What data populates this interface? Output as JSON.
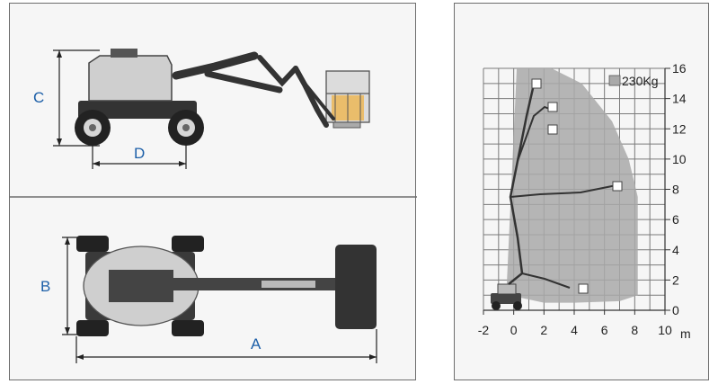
{
  "side_view": {
    "labels": {
      "height": "C",
      "wheelbase": "D"
    }
  },
  "top_view": {
    "labels": {
      "width": "B",
      "length": "A"
    }
  },
  "reach_chart": {
    "legend": "230Kg",
    "x_unit": "m",
    "x_ticks": [
      "-2",
      "0",
      "2",
      "4",
      "6",
      "8",
      "10"
    ],
    "y_ticks": [
      "0",
      "2",
      "4",
      "6",
      "8",
      "10",
      "12",
      "14",
      "16"
    ],
    "colors": {
      "envelope": "#a9a9a9",
      "grid": "#7a7a7a"
    }
  },
  "chart_data": {
    "type": "area",
    "title": "",
    "legend": [
      "230Kg"
    ],
    "xlabel": "m",
    "ylabel": "",
    "xlim": [
      -2,
      10
    ],
    "ylim": [
      0,
      16
    ],
    "grid": true,
    "legend_position": "top-right",
    "series": [
      {
        "name": "230Kg",
        "x": [
          -0.5,
          0.2,
          2.5,
          4.5,
          6.5,
          7.6,
          8.2,
          8.2,
          7.0,
          4.0,
          2.0,
          -0.3,
          -0.5
        ],
        "y": [
          0.8,
          16,
          16,
          15,
          12.5,
          10,
          7.5,
          1.0,
          0.6,
          0.5,
          0.5,
          1.0,
          0.8
        ]
      }
    ]
  }
}
